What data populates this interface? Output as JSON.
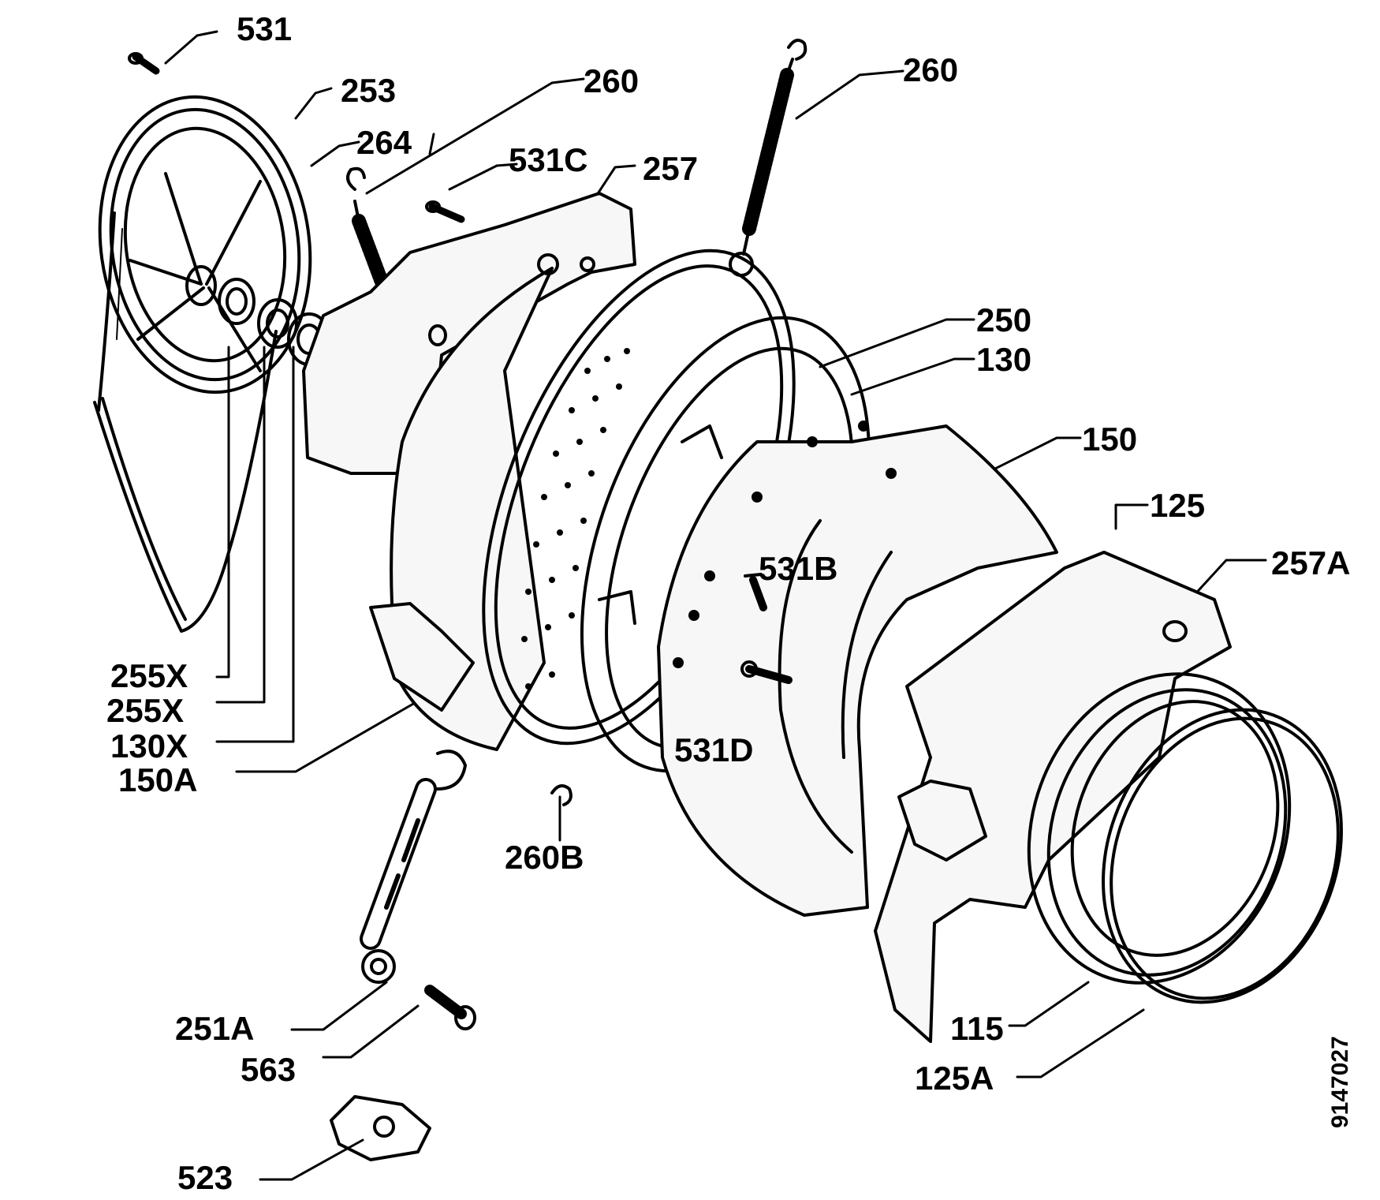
{
  "diagram": {
    "labels": {
      "l531": "531",
      "l253": "253",
      "l264": "264",
      "l260a": "260",
      "l260b": "260",
      "l531c": "531C",
      "l257": "257",
      "l250": "250",
      "l130": "130",
      "l150": "150",
      "l125": "125",
      "l257a": "257A",
      "l531b": "531B",
      "l531d": "531D",
      "l255x1": "255X",
      "l255x2": "255X",
      "l130x": "130X",
      "l150a": "150A",
      "l260bb": "260B",
      "l251a": "251A",
      "l563": "563",
      "l523": "523",
      "l115": "115",
      "l125a": "125A"
    },
    "document_number": "9147027",
    "colors": {
      "ink": "#000000",
      "paper": "#ffffff",
      "tub_fill": "#f7f7f7"
    }
  }
}
